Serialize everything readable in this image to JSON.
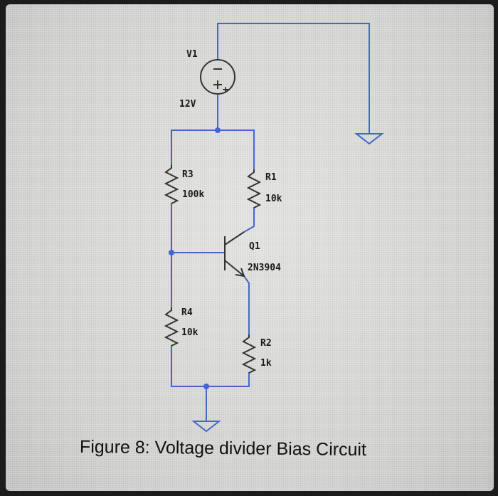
{
  "schematic": {
    "source": {
      "name": "V1",
      "value": "12V",
      "terminal_sign": "+"
    },
    "resistors": [
      {
        "name": "R3",
        "value": "100k"
      },
      {
        "name": "R1",
        "value": "10k"
      },
      {
        "name": "R4",
        "value": "10k"
      },
      {
        "name": "R2",
        "value": "1k"
      }
    ],
    "transistor": {
      "name": "Q1",
      "model": "2N3904"
    },
    "colors": {
      "wire": "#4466cc",
      "component": "#333333",
      "label": "#1a1a1a"
    }
  },
  "caption": "Figure 8: Voltage divider Bias Circuit"
}
